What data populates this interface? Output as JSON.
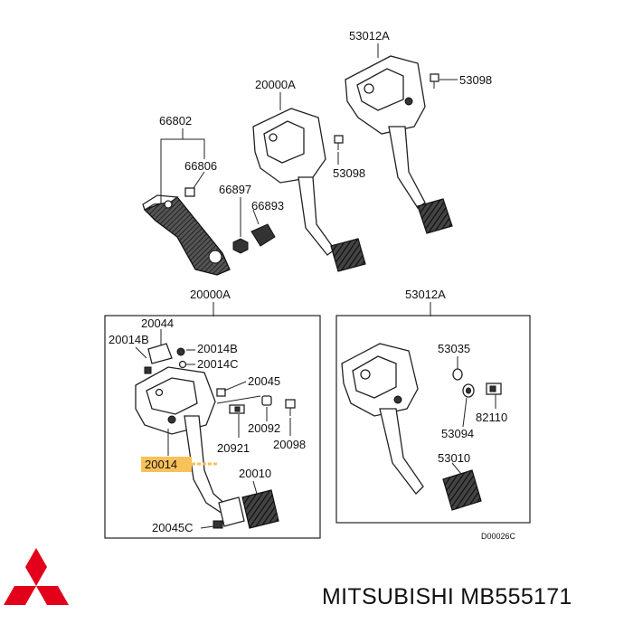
{
  "labels": {
    "top_right_assembly": "53012A",
    "bolt_top": "53098",
    "top_center_assembly": "20000A",
    "bolt_center": "53098",
    "bracket": "66802",
    "bracket_nut": "66806",
    "nut_66897": "66897",
    "pad_66893": "66893",
    "left_box_title": "20000A",
    "right_box_title": "53012A",
    "p20044": "20044",
    "p20014b_left": "20014B",
    "p20014b_right": "20014B",
    "p20014c": "20014C",
    "p20045": "20045",
    "p20092": "20092",
    "p20921": "20921",
    "p20098": "20098",
    "p20014": "20014",
    "p20010": "20010",
    "p20045c": "20045C",
    "p53035": "53035",
    "p82110": "82110",
    "p53094": "53094",
    "p53010": "53010"
  },
  "highlight": {
    "color": "#f7c25a"
  },
  "drawing_code": "D00026C",
  "brand": {
    "text": "MITSUBISHI MB555171",
    "logo_color": "#e2001a"
  }
}
